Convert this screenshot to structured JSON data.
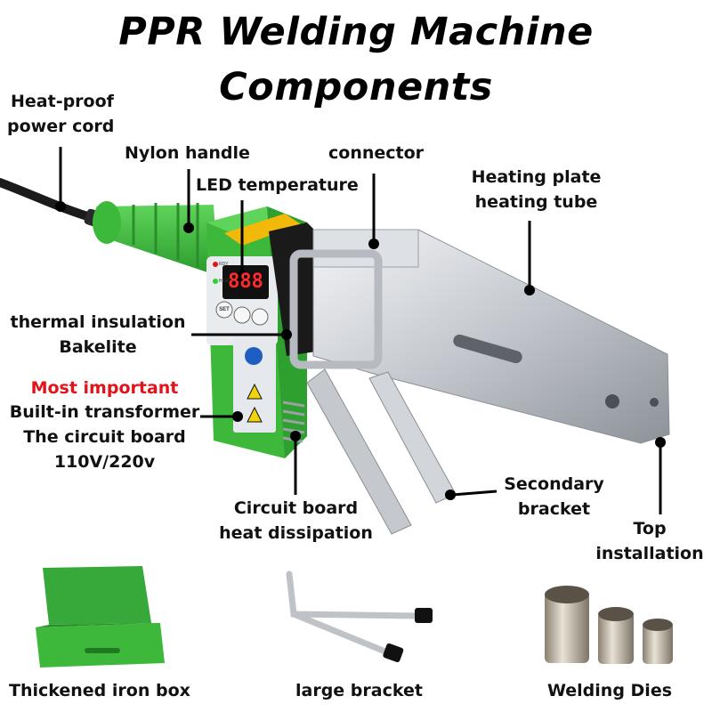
{
  "title": {
    "line1": "PPR Welding Machine",
    "line2": "Components"
  },
  "labels": {
    "power_cord": [
      "Heat-proof",
      "power cord"
    ],
    "handle": "Nylon handle",
    "led": "LED temperature",
    "connector": "connector",
    "heating_plate": [
      "Heating plate",
      "heating tube"
    ],
    "insulation": [
      "thermal insulation",
      "Bakelite"
    ],
    "transformer": [
      "Most important",
      "Built-in transformer",
      "The circuit board",
      "110V/220v"
    ],
    "dissipation": [
      "Circuit board",
      "heat dissipation"
    ],
    "secondary_bracket": [
      "Secondary",
      "bracket"
    ],
    "top_install": [
      "Top",
      "installation"
    ]
  },
  "accessories": {
    "box": "Thickened iron box",
    "bracket": "large bracket",
    "dies": "Welding Dies"
  },
  "device": {
    "display_value": "888",
    "set_button": "SET",
    "indicator_labels": [
      "RDY",
      "HEAT"
    ]
  },
  "colors": {
    "body_green": "#3db83a",
    "body_dark": "#1f8f24",
    "metal": "#c8ccd2",
    "accent_red": "#e0141a",
    "warning_yellow": "#f2b80a"
  }
}
